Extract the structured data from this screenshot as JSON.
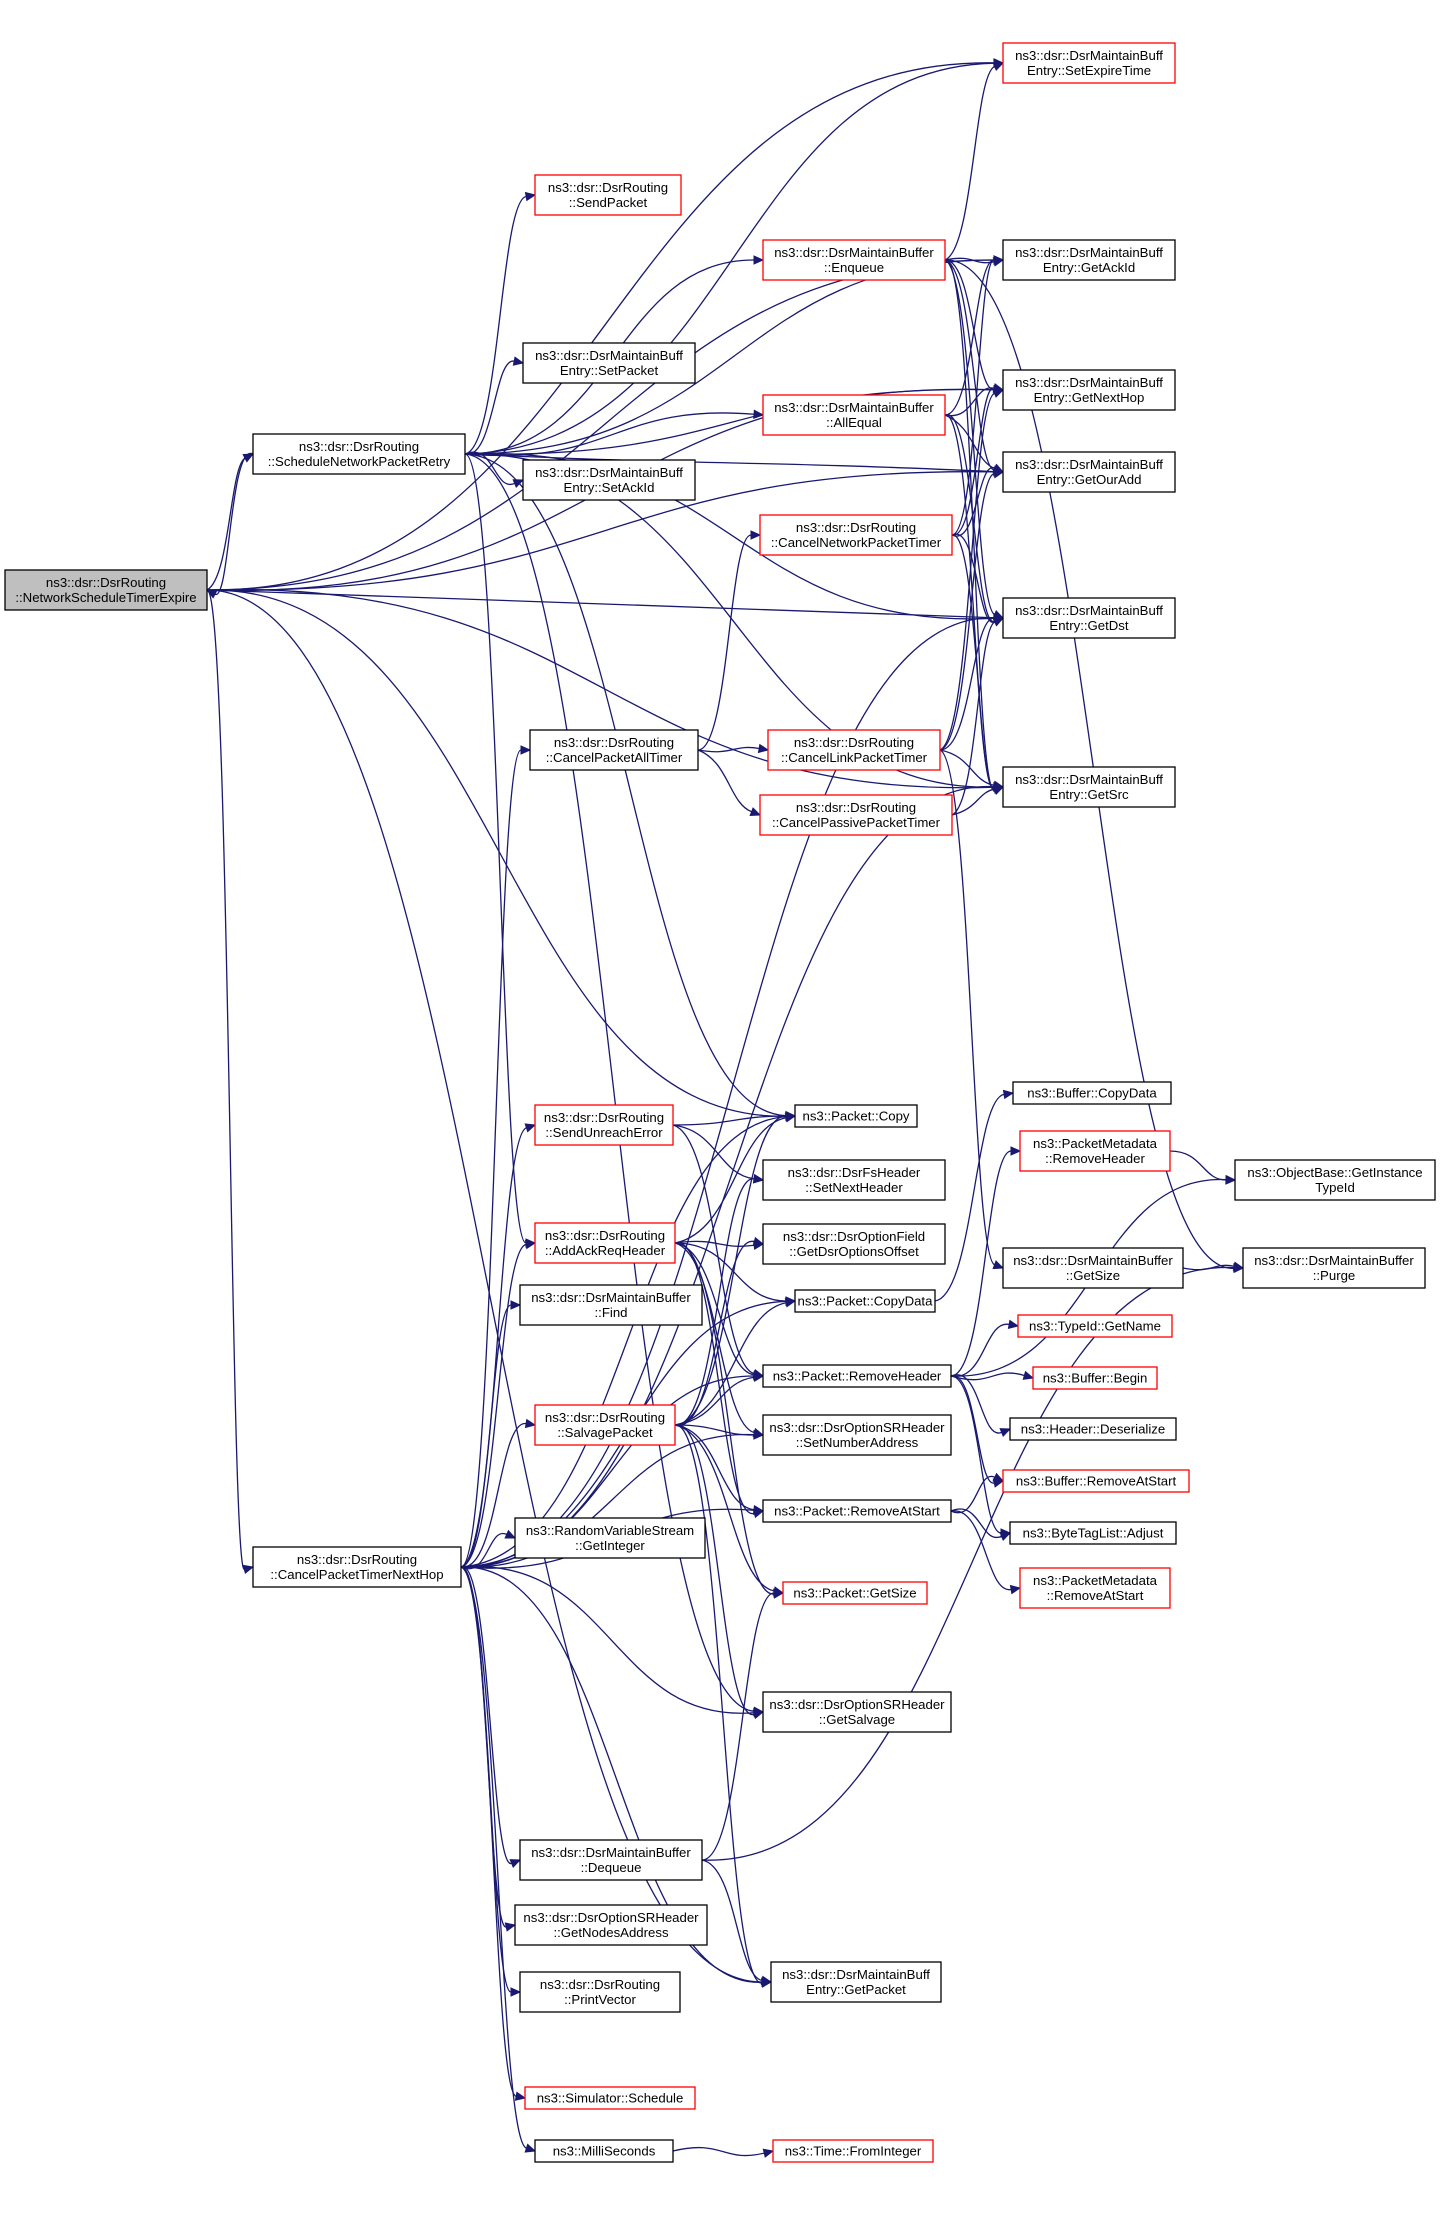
{
  "diagram": {
    "title": "",
    "style": {
      "edge_color": "#191970",
      "border_black": "#000000",
      "border_red": "#ff0000",
      "root_fill": "#bfbfbf",
      "node_fill": "#ffffff"
    },
    "nodes": [
      {
        "id": "n0",
        "lines": [
          "ns3::dsr::DsrRouting",
          "::NetworkScheduleTimerExpire"
        ],
        "border": "black",
        "root": true
      },
      {
        "id": "n1",
        "lines": [
          "ns3::dsr::DsrRouting",
          "::ScheduleNetworkPacketRetry"
        ],
        "border": "black"
      },
      {
        "id": "n2",
        "lines": [
          "ns3::dsr::DsrRouting",
          "::CancelPacketTimerNextHop"
        ],
        "border": "black"
      },
      {
        "id": "n3",
        "lines": [
          "ns3::dsr::DsrRouting",
          "::SendPacket"
        ],
        "border": "red"
      },
      {
        "id": "n4",
        "lines": [
          "ns3::dsr::DsrMaintainBuffer",
          "::Enqueue"
        ],
        "border": "red"
      },
      {
        "id": "n5",
        "lines": [
          "ns3::dsr::DsrMaintainBuff",
          "Entry::SetPacket"
        ],
        "border": "black"
      },
      {
        "id": "n6",
        "lines": [
          "ns3::dsr::DsrMaintainBuffer",
          "::AllEqual"
        ],
        "border": "red"
      },
      {
        "id": "n7",
        "lines": [
          "ns3::dsr::DsrMaintainBuff",
          "Entry::SetAckId"
        ],
        "border": "black"
      },
      {
        "id": "n8",
        "lines": [
          "ns3::dsr::DsrRouting",
          "::CancelNetworkPacketTimer"
        ],
        "border": "red"
      },
      {
        "id": "n9",
        "lines": [
          "ns3::dsr::DsrRouting",
          "::CancelPacketAllTimer"
        ],
        "border": "black"
      },
      {
        "id": "n10",
        "lines": [
          "ns3::dsr::DsrRouting",
          "::CancelLinkPacketTimer"
        ],
        "border": "red"
      },
      {
        "id": "n11",
        "lines": [
          "ns3::dsr::DsrRouting",
          "::CancelPassivePacketTimer"
        ],
        "border": "red"
      },
      {
        "id": "n12",
        "lines": [
          "ns3::dsr::DsrMaintainBuff",
          "Entry::SetExpireTime"
        ],
        "border": "red"
      },
      {
        "id": "n13",
        "lines": [
          "ns3::dsr::DsrMaintainBuff",
          "Entry::GetAckId"
        ],
        "border": "black"
      },
      {
        "id": "n14",
        "lines": [
          "ns3::dsr::DsrMaintainBuff",
          "Entry::GetNextHop"
        ],
        "border": "black"
      },
      {
        "id": "n15",
        "lines": [
          "ns3::dsr::DsrMaintainBuff",
          "Entry::GetOurAdd"
        ],
        "border": "black"
      },
      {
        "id": "n16",
        "lines": [
          "ns3::dsr::DsrMaintainBuff",
          "Entry::GetDst"
        ],
        "border": "black"
      },
      {
        "id": "n17",
        "lines": [
          "ns3::dsr::DsrMaintainBuff",
          "Entry::GetSrc"
        ],
        "border": "black"
      },
      {
        "id": "n18",
        "lines": [
          "ns3::dsr::DsrRouting",
          "::SendUnreachError"
        ],
        "border": "red"
      },
      {
        "id": "n19",
        "lines": [
          "ns3::dsr::DsrRouting",
          "::AddAckReqHeader"
        ],
        "border": "red"
      },
      {
        "id": "n20",
        "lines": [
          "ns3::dsr::DsrMaintainBuffer",
          "::Find"
        ],
        "border": "black"
      },
      {
        "id": "n21",
        "lines": [
          "ns3::dsr::DsrRouting",
          "::SalvagePacket"
        ],
        "border": "red"
      },
      {
        "id": "n22",
        "lines": [
          "ns3::RandomVariableStream",
          "::GetInteger"
        ],
        "border": "black"
      },
      {
        "id": "n23",
        "lines": [
          "ns3::dsr::DsrMaintainBuffer",
          "::Dequeue"
        ],
        "border": "black"
      },
      {
        "id": "n24",
        "lines": [
          "ns3::dsr::DsrOptionSRHeader",
          "::GetNodesAddress"
        ],
        "border": "black"
      },
      {
        "id": "n25",
        "lines": [
          "ns3::dsr::DsrRouting",
          "::PrintVector"
        ],
        "border": "black"
      },
      {
        "id": "n26",
        "lines": [
          "ns3::Simulator::Schedule"
        ],
        "border": "red"
      },
      {
        "id": "n27",
        "lines": [
          "ns3::MilliSeconds"
        ],
        "border": "black"
      },
      {
        "id": "n28",
        "lines": [
          "ns3::Packet::Copy"
        ],
        "border": "black"
      },
      {
        "id": "n29",
        "lines": [
          "ns3::dsr::DsrFsHeader",
          "::SetNextHeader"
        ],
        "border": "black"
      },
      {
        "id": "n30",
        "lines": [
          "ns3::dsr::DsrOptionField",
          "::GetDsrOptionsOffset"
        ],
        "border": "black"
      },
      {
        "id": "n31",
        "lines": [
          "ns3::Packet::CopyData"
        ],
        "border": "black"
      },
      {
        "id": "n32",
        "lines": [
          "ns3::Packet::RemoveHeader"
        ],
        "border": "black"
      },
      {
        "id": "n33",
        "lines": [
          "ns3::dsr::DsrOptionSRHeader",
          "::SetNumberAddress"
        ],
        "border": "black"
      },
      {
        "id": "n34",
        "lines": [
          "ns3::Packet::RemoveAtStart"
        ],
        "border": "black"
      },
      {
        "id": "n35",
        "lines": [
          "ns3::Packet::GetSize"
        ],
        "border": "red"
      },
      {
        "id": "n36",
        "lines": [
          "ns3::dsr::DsrOptionSRHeader",
          "::GetSalvage"
        ],
        "border": "black"
      },
      {
        "id": "n37",
        "lines": [
          "ns3::dsr::DsrMaintainBuff",
          "Entry::GetPacket"
        ],
        "border": "black"
      },
      {
        "id": "n38",
        "lines": [
          "ns3::Time::FromInteger"
        ],
        "border": "red"
      },
      {
        "id": "n39",
        "lines": [
          "ns3::Buffer::CopyData"
        ],
        "border": "black"
      },
      {
        "id": "n40",
        "lines": [
          "ns3::PacketMetadata",
          "::RemoveHeader"
        ],
        "border": "red"
      },
      {
        "id": "n41",
        "lines": [
          "ns3::dsr::DsrMaintainBuffer",
          "::GetSize"
        ],
        "border": "black"
      },
      {
        "id": "n42",
        "lines": [
          "ns3::TypeId::GetName"
        ],
        "border": "red"
      },
      {
        "id": "n43",
        "lines": [
          "ns3::Buffer::Begin"
        ],
        "border": "red"
      },
      {
        "id": "n44",
        "lines": [
          "ns3::Header::Deserialize"
        ],
        "border": "black"
      },
      {
        "id": "n45",
        "lines": [
          "ns3::Buffer::RemoveAtStart"
        ],
        "border": "red"
      },
      {
        "id": "n46",
        "lines": [
          "ns3::ByteTagList::Adjust"
        ],
        "border": "black"
      },
      {
        "id": "n47",
        "lines": [
          "ns3::PacketMetadata",
          "::RemoveAtStart"
        ],
        "border": "red"
      },
      {
        "id": "n48",
        "lines": [
          "ns3::ObjectBase::GetInstance",
          "TypeId"
        ],
        "border": "black"
      },
      {
        "id": "n49",
        "lines": [
          "ns3::dsr::DsrMaintainBuffer",
          "::Purge"
        ],
        "border": "black"
      }
    ],
    "edges": [
      [
        "n0",
        "n1"
      ],
      [
        "n0",
        "n2"
      ],
      [
        "n0",
        "n13"
      ],
      [
        "n0",
        "n15"
      ],
      [
        "n0",
        "n16"
      ],
      [
        "n0",
        "n17"
      ],
      [
        "n0",
        "n28"
      ],
      [
        "n0",
        "n37"
      ],
      [
        "n0",
        "n12"
      ],
      [
        "n0",
        "n14"
      ],
      [
        "n1",
        "n0"
      ],
      [
        "n1",
        "n3"
      ],
      [
        "n1",
        "n4"
      ],
      [
        "n1",
        "n5"
      ],
      [
        "n1",
        "n6"
      ],
      [
        "n1",
        "n7"
      ],
      [
        "n1",
        "n12"
      ],
      [
        "n1",
        "n13"
      ],
      [
        "n1",
        "n14"
      ],
      [
        "n1",
        "n15"
      ],
      [
        "n1",
        "n16"
      ],
      [
        "n1",
        "n17"
      ],
      [
        "n1",
        "n19"
      ],
      [
        "n1",
        "n28"
      ],
      [
        "n1",
        "n36"
      ],
      [
        "n4",
        "n12"
      ],
      [
        "n4",
        "n13"
      ],
      [
        "n4",
        "n14"
      ],
      [
        "n4",
        "n15"
      ],
      [
        "n4",
        "n16"
      ],
      [
        "n4",
        "n17"
      ],
      [
        "n4",
        "n49"
      ],
      [
        "n6",
        "n13"
      ],
      [
        "n6",
        "n14"
      ],
      [
        "n6",
        "n15"
      ],
      [
        "n6",
        "n16"
      ],
      [
        "n6",
        "n17"
      ],
      [
        "n8",
        "n13"
      ],
      [
        "n8",
        "n14"
      ],
      [
        "n8",
        "n15"
      ],
      [
        "n8",
        "n16"
      ],
      [
        "n8",
        "n17"
      ],
      [
        "n9",
        "n8"
      ],
      [
        "n9",
        "n10"
      ],
      [
        "n9",
        "n11"
      ],
      [
        "n10",
        "n14"
      ],
      [
        "n10",
        "n15"
      ],
      [
        "n10",
        "n16"
      ],
      [
        "n10",
        "n17"
      ],
      [
        "n10",
        "n41"
      ],
      [
        "n11",
        "n16"
      ],
      [
        "n11",
        "n17"
      ],
      [
        "n2",
        "n9"
      ],
      [
        "n2",
        "n16"
      ],
      [
        "n2",
        "n17"
      ],
      [
        "n2",
        "n18"
      ],
      [
        "n2",
        "n19"
      ],
      [
        "n2",
        "n20"
      ],
      [
        "n2",
        "n21"
      ],
      [
        "n2",
        "n22"
      ],
      [
        "n2",
        "n23"
      ],
      [
        "n2",
        "n24"
      ],
      [
        "n2",
        "n25"
      ],
      [
        "n2",
        "n26"
      ],
      [
        "n2",
        "n27"
      ],
      [
        "n2",
        "n28"
      ],
      [
        "n2",
        "n31"
      ],
      [
        "n2",
        "n32"
      ],
      [
        "n2",
        "n33"
      ],
      [
        "n2",
        "n34"
      ],
      [
        "n2",
        "n36"
      ],
      [
        "n2",
        "n37"
      ],
      [
        "n18",
        "n28"
      ],
      [
        "n18",
        "n29"
      ],
      [
        "n18",
        "n32"
      ],
      [
        "n19",
        "n28"
      ],
      [
        "n19",
        "n30"
      ],
      [
        "n19",
        "n31"
      ],
      [
        "n19",
        "n32"
      ],
      [
        "n19",
        "n33"
      ],
      [
        "n19",
        "n34"
      ],
      [
        "n19",
        "n35"
      ],
      [
        "n21",
        "n28"
      ],
      [
        "n21",
        "n29"
      ],
      [
        "n21",
        "n30"
      ],
      [
        "n21",
        "n31"
      ],
      [
        "n21",
        "n32"
      ],
      [
        "n21",
        "n33"
      ],
      [
        "n21",
        "n34"
      ],
      [
        "n21",
        "n35"
      ],
      [
        "n21",
        "n36"
      ],
      [
        "n21",
        "n37"
      ],
      [
        "n23",
        "n35"
      ],
      [
        "n23",
        "n37"
      ],
      [
        "n23",
        "n49"
      ],
      [
        "n27",
        "n38"
      ],
      [
        "n31",
        "n39"
      ],
      [
        "n32",
        "n40"
      ],
      [
        "n32",
        "n42"
      ],
      [
        "n32",
        "n43"
      ],
      [
        "n32",
        "n44"
      ],
      [
        "n32",
        "n45"
      ],
      [
        "n32",
        "n46"
      ],
      [
        "n32",
        "n48"
      ],
      [
        "n34",
        "n45"
      ],
      [
        "n34",
        "n46"
      ],
      [
        "n34",
        "n47"
      ],
      [
        "n40",
        "n48"
      ],
      [
        "n41",
        "n49"
      ]
    ]
  }
}
